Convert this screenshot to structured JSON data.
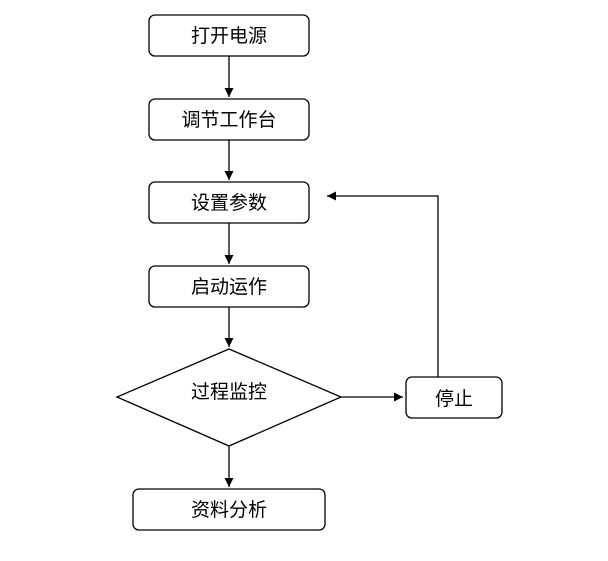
{
  "nodes": {
    "power_on": "打开电源",
    "adjust_table": "调节工作台",
    "set_params": "设置参数",
    "start_run": "启动运作",
    "process_monitor": "过程监控",
    "stop": "停止",
    "data_analysis": "资料分析"
  },
  "colors": {
    "stroke": "#000000",
    "fill": "#ffffff",
    "text": "#000000"
  }
}
